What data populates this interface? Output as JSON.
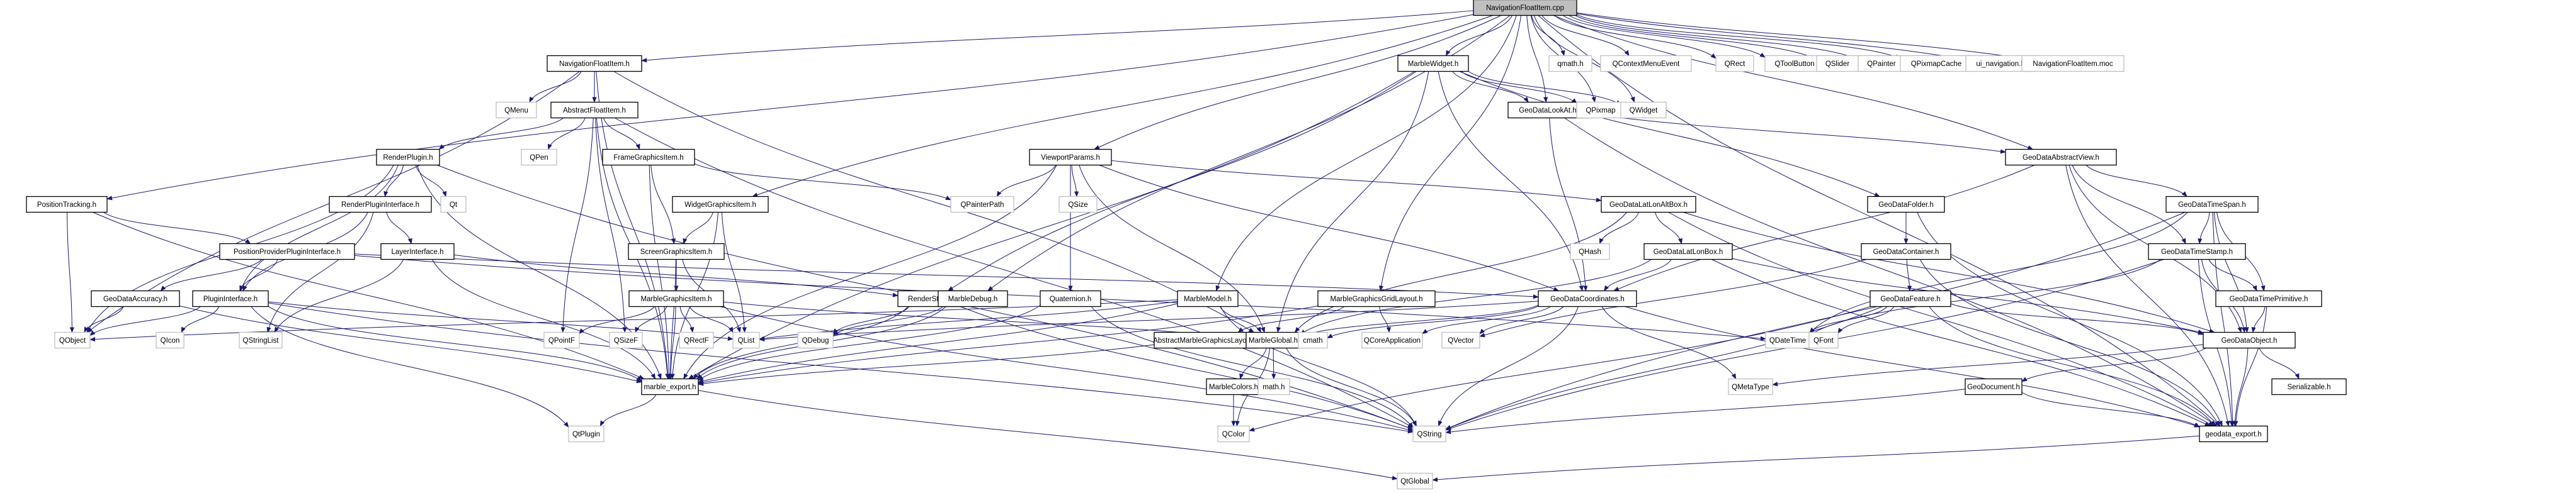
{
  "diagram": {
    "title": "NavigationFloatItem.cpp include dependency graph",
    "colors": {
      "edge": "#191970",
      "root_fill": "#bfbfbf",
      "node_border": "#000000",
      "external_border": "#bfbfbf"
    },
    "nodes": [
      {
        "id": "root",
        "label": "NavigationFloatItem.cpp",
        "kind": "root"
      },
      {
        "id": "nfi_h",
        "label": "NavigationFloatItem.h",
        "kind": "local"
      },
      {
        "id": "mw_h",
        "label": "MarbleWidget.h",
        "kind": "local"
      },
      {
        "id": "qmath_h",
        "label": "qmath.h",
        "kind": "external"
      },
      {
        "id": "qctxmenu",
        "label": "QContextMenuEvent",
        "kind": "external"
      },
      {
        "id": "qrect",
        "label": "QRect",
        "kind": "external"
      },
      {
        "id": "qtoolbutton",
        "label": "QToolButton",
        "kind": "external"
      },
      {
        "id": "qslider",
        "label": "QSlider",
        "kind": "external"
      },
      {
        "id": "qpainter",
        "label": "QPainter",
        "kind": "external"
      },
      {
        "id": "qpixmapcache",
        "label": "QPixmapCache",
        "kind": "external"
      },
      {
        "id": "ui_nav",
        "label": "ui_navigation.h",
        "kind": "external"
      },
      {
        "id": "nfi_moc",
        "label": "NavigationFloatItem.moc",
        "kind": "external"
      },
      {
        "id": "qmenu",
        "label": "QMenu",
        "kind": "external"
      },
      {
        "id": "afi_h",
        "label": "AbstractFloatItem.h",
        "kind": "local"
      },
      {
        "id": "gdlookat",
        "label": "GeoDataLookAt.h",
        "kind": "local"
      },
      {
        "id": "qpixmap",
        "label": "QPixmap",
        "kind": "external"
      },
      {
        "id": "qwidget",
        "label": "QWidget",
        "kind": "external"
      },
      {
        "id": "renderplugin",
        "label": "RenderPlugin.h",
        "kind": "local"
      },
      {
        "id": "qpen",
        "label": "QPen",
        "kind": "external"
      },
      {
        "id": "framegi",
        "label": "FrameGraphicsItem.h",
        "kind": "local"
      },
      {
        "id": "viewport",
        "label": "ViewportParams.h",
        "kind": "local"
      },
      {
        "id": "gdabstractview",
        "label": "GeoDataAbstractView.h",
        "kind": "local"
      },
      {
        "id": "postrack",
        "label": "PositionTracking.h",
        "kind": "local"
      },
      {
        "id": "rpi",
        "label": "RenderPluginInterface.h",
        "kind": "local"
      },
      {
        "id": "qt",
        "label": "Qt",
        "kind": "external"
      },
      {
        "id": "widgetgi",
        "label": "WidgetGraphicsItem.h",
        "kind": "local"
      },
      {
        "id": "qpainterpath",
        "label": "QPainterPath",
        "kind": "external"
      },
      {
        "id": "qsize",
        "label": "QSize",
        "kind": "external"
      },
      {
        "id": "gdlatlonalt",
        "label": "GeoDataLatLonAltBox.h",
        "kind": "local"
      },
      {
        "id": "gdfolder",
        "label": "GeoDataFolder.h",
        "kind": "local"
      },
      {
        "id": "gdtimespan",
        "label": "GeoDataTimeSpan.h",
        "kind": "local"
      },
      {
        "id": "pppi",
        "label": "PositionProviderPluginInterface.h",
        "kind": "local"
      },
      {
        "id": "layeri",
        "label": "LayerInterface.h",
        "kind": "local"
      },
      {
        "id": "screengi",
        "label": "ScreenGraphicsItem.h",
        "kind": "local"
      },
      {
        "id": "qhash",
        "label": "QHash",
        "kind": "external"
      },
      {
        "id": "gdlatlon",
        "label": "GeoDataLatLonBox.h",
        "kind": "local"
      },
      {
        "id": "gdcontainer",
        "label": "GeoDataContainer.h",
        "kind": "local"
      },
      {
        "id": "gdtimestamp",
        "label": "GeoDataTimeStamp.h",
        "kind": "local"
      },
      {
        "id": "gdaccuracy",
        "label": "GeoDataAccuracy.h",
        "kind": "local"
      },
      {
        "id": "plugini",
        "label": "PluginInterface.h",
        "kind": "local"
      },
      {
        "id": "marblegi",
        "label": "MarbleGraphicsItem.h",
        "kind": "local"
      },
      {
        "id": "renderstate",
        "label": "RenderState.h",
        "kind": "local"
      },
      {
        "id": "marbledebug",
        "label": "MarbleDebug.h",
        "kind": "local"
      },
      {
        "id": "quaternion",
        "label": "Quaternion.h",
        "kind": "local"
      },
      {
        "id": "marblemodel",
        "label": "MarbleModel.h",
        "kind": "local"
      },
      {
        "id": "mggl",
        "label": "MarbleGraphicsGridLayout.h",
        "kind": "local"
      },
      {
        "id": "gdcoords",
        "label": "GeoDataCoordinates.h",
        "kind": "local"
      },
      {
        "id": "gdfeature",
        "label": "GeoDataFeature.h",
        "kind": "local"
      },
      {
        "id": "gdtimeprim",
        "label": "GeoDataTimePrimitive.h",
        "kind": "local"
      },
      {
        "id": "qobject",
        "label": "QObject",
        "kind": "external"
      },
      {
        "id": "qicon",
        "label": "QIcon",
        "kind": "external"
      },
      {
        "id": "qstringlist",
        "label": "QStringList",
        "kind": "external"
      },
      {
        "id": "qpointf",
        "label": "QPointF",
        "kind": "external"
      },
      {
        "id": "qsizef",
        "label": "QSizeF",
        "kind": "external"
      },
      {
        "id": "qrectf",
        "label": "QRectF",
        "kind": "external"
      },
      {
        "id": "qlist",
        "label": "QList",
        "kind": "external"
      },
      {
        "id": "qdebug",
        "label": "QDebug",
        "kind": "external"
      },
      {
        "id": "amgl",
        "label": "AbstractMarbleGraphicsLayout.h",
        "kind": "local"
      },
      {
        "id": "marbleglobal",
        "label": "MarbleGlobal.h",
        "kind": "local"
      },
      {
        "id": "cmath",
        "label": "cmath",
        "kind": "external"
      },
      {
        "id": "qcoreapp",
        "label": "QCoreApplication",
        "kind": "external"
      },
      {
        "id": "qvector",
        "label": "QVector",
        "kind": "external"
      },
      {
        "id": "qdatetime",
        "label": "QDateTime",
        "kind": "external"
      },
      {
        "id": "qfont",
        "label": "QFont",
        "kind": "external"
      },
      {
        "id": "gdobject",
        "label": "GeoDataObject.h",
        "kind": "local"
      },
      {
        "id": "marble_export",
        "label": "marble_export.h",
        "kind": "local"
      },
      {
        "id": "marblecolors",
        "label": "MarbleColors.h",
        "kind": "local"
      },
      {
        "id": "math_h",
        "label": "math.h",
        "kind": "external"
      },
      {
        "id": "qmetatype",
        "label": "QMetaType",
        "kind": "external"
      },
      {
        "id": "gddocument",
        "label": "GeoDocument.h",
        "kind": "local"
      },
      {
        "id": "serializable",
        "label": "Serializable.h",
        "kind": "local"
      },
      {
        "id": "qtplugin",
        "label": "QtPlugin",
        "kind": "external"
      },
      {
        "id": "qcolor",
        "label": "QColor",
        "kind": "external"
      },
      {
        "id": "qstring",
        "label": "QString",
        "kind": "external"
      },
      {
        "id": "geodata_export",
        "label": "geodata_export.h",
        "kind": "local"
      },
      {
        "id": "qtglobal",
        "label": "QtGlobal",
        "kind": "external"
      }
    ],
    "edges": [
      [
        "root",
        "nfi_h"
      ],
      [
        "root",
        "mw_h"
      ],
      [
        "root",
        "qmath_h"
      ],
      [
        "root",
        "qctxmenu"
      ],
      [
        "root",
        "qrect"
      ],
      [
        "root",
        "qtoolbutton"
      ],
      [
        "root",
        "qslider"
      ],
      [
        "root",
        "qpainter"
      ],
      [
        "root",
        "qpixmapcache"
      ],
      [
        "root",
        "ui_nav"
      ],
      [
        "root",
        "nfi_moc"
      ],
      [
        "root",
        "gdlookat"
      ],
      [
        "root",
        "qpixmap"
      ],
      [
        "root",
        "qwidget"
      ],
      [
        "root",
        "postrack"
      ],
      [
        "root",
        "widgetgi"
      ],
      [
        "root",
        "viewport"
      ],
      [
        "root",
        "marblemodel"
      ],
      [
        "root",
        "mggl"
      ],
      [
        "root",
        "marbledebug"
      ],
      [
        "root",
        "gdabstractview"
      ],
      [
        "root",
        "geodata_export"
      ],
      [
        "nfi_h",
        "qmenu"
      ],
      [
        "nfi_h",
        "afi_h"
      ],
      [
        "nfi_h",
        "marble_export"
      ],
      [
        "nfi_h",
        "qobject"
      ],
      [
        "nfi_h",
        "marbleglobal"
      ],
      [
        "mw_h",
        "qpixmap"
      ],
      [
        "mw_h",
        "qwidget"
      ],
      [
        "mw_h",
        "gdlookat"
      ],
      [
        "mw_h",
        "marble_export"
      ],
      [
        "mw_h",
        "marbleglobal"
      ],
      [
        "mw_h",
        "renderstate"
      ],
      [
        "mw_h",
        "gdcoords"
      ],
      [
        "mw_h",
        "gdfolder"
      ],
      [
        "gdlookat",
        "gdabstractview"
      ],
      [
        "gdlookat",
        "gdcoords"
      ],
      [
        "gdlookat",
        "geodata_export"
      ],
      [
        "afi_h",
        "renderplugin"
      ],
      [
        "afi_h",
        "qpen"
      ],
      [
        "afi_h",
        "framegi"
      ],
      [
        "afi_h",
        "qpointf"
      ],
      [
        "afi_h",
        "qsizef"
      ],
      [
        "afi_h",
        "marble_export"
      ],
      [
        "afi_h",
        "qstring"
      ],
      [
        "renderplugin",
        "rpi"
      ],
      [
        "renderplugin",
        "qt"
      ],
      [
        "renderplugin",
        "plugini"
      ],
      [
        "renderplugin",
        "qobject"
      ],
      [
        "renderplugin",
        "marble_export"
      ],
      [
        "renderplugin",
        "qstring"
      ],
      [
        "rpi",
        "layeri"
      ],
      [
        "rpi",
        "plugini"
      ],
      [
        "rpi",
        "qstringlist"
      ],
      [
        "layeri",
        "qstringlist"
      ],
      [
        "layeri",
        "marble_export"
      ],
      [
        "layeri",
        "renderstate"
      ],
      [
        "framegi",
        "screengi"
      ],
      [
        "framegi",
        "qpainterpath"
      ],
      [
        "framegi",
        "marble_export"
      ],
      [
        "widgetgi",
        "screengi"
      ],
      [
        "widgetgi",
        "marble_export"
      ],
      [
        "widgetgi",
        "qlist"
      ],
      [
        "screengi",
        "marblegi"
      ],
      [
        "screengi",
        "marble_export"
      ],
      [
        "screengi",
        "qlist"
      ],
      [
        "marblegi",
        "qpointf"
      ],
      [
        "marblegi",
        "qsizef"
      ],
      [
        "marblegi",
        "qrectf"
      ],
      [
        "marblegi",
        "qlist"
      ],
      [
        "marblegi",
        "marble_export"
      ],
      [
        "marblegi",
        "marbleglobal"
      ],
      [
        "marblegi",
        "qstring"
      ],
      [
        "viewport",
        "qpainterpath"
      ],
      [
        "viewport",
        "qsize"
      ],
      [
        "viewport",
        "quaternion"
      ],
      [
        "viewport",
        "marble_export"
      ],
      [
        "viewport",
        "marbleglobal"
      ],
      [
        "viewport",
        "gdlatlonalt"
      ],
      [
        "viewport",
        "gdcoords"
      ],
      [
        "postrack",
        "pppi"
      ],
      [
        "postrack",
        "qobject"
      ],
      [
        "postrack",
        "marble_export"
      ],
      [
        "pppi",
        "gdaccuracy"
      ],
      [
        "pppi",
        "plugini"
      ],
      [
        "pppi",
        "gdcoords"
      ],
      [
        "pppi",
        "qdatetime"
      ],
      [
        "gdaccuracy",
        "qobject"
      ],
      [
        "gdaccuracy",
        "marble_export"
      ],
      [
        "plugini",
        "qobject"
      ],
      [
        "plugini",
        "qicon"
      ],
      [
        "plugini",
        "qlist"
      ],
      [
        "plugini",
        "qtplugin"
      ],
      [
        "plugini",
        "marble_export"
      ],
      [
        "plugini",
        "qstring"
      ],
      [
        "renderstate",
        "qdebug"
      ],
      [
        "renderstate",
        "marble_export"
      ],
      [
        "renderstate",
        "qstring"
      ],
      [
        "marbledebug",
        "qdebug"
      ],
      [
        "marbledebug",
        "marble_export"
      ],
      [
        "quaternion",
        "marble_export"
      ],
      [
        "quaternion",
        "qstring"
      ],
      [
        "marblemodel",
        "qobject"
      ],
      [
        "marblemodel",
        "marble_export"
      ],
      [
        "marblemodel",
        "marbleglobal"
      ],
      [
        "marblemodel",
        "qlist"
      ],
      [
        "marblemodel",
        "qstring"
      ],
      [
        "mggl",
        "amgl"
      ],
      [
        "mggl",
        "marble_export"
      ],
      [
        "mggl",
        "qcoreapp"
      ],
      [
        "amgl",
        "marble_export"
      ],
      [
        "marbleglobal",
        "marblecolors"
      ],
      [
        "marbleglobal",
        "math_h"
      ],
      [
        "marbleglobal",
        "qstring"
      ],
      [
        "marbleglobal",
        "qcolor"
      ],
      [
        "marblecolors",
        "qcolor"
      ],
      [
        "marble_export",
        "qtplugin"
      ],
      [
        "marble_export",
        "qtglobal"
      ],
      [
        "gdabstractview",
        "gdtimespan"
      ],
      [
        "gdabstractview",
        "gdtimestamp"
      ],
      [
        "gdabstractview",
        "gdobject"
      ],
      [
        "gdabstractview",
        "gdcoords"
      ],
      [
        "gdabstractview",
        "geodata_export"
      ],
      [
        "gdtimespan",
        "gdtimestamp"
      ],
      [
        "gdtimespan",
        "gdtimeprim"
      ],
      [
        "gdtimespan",
        "gdobject"
      ],
      [
        "gdtimespan",
        "qdatetime"
      ],
      [
        "gdtimespan",
        "qstring"
      ],
      [
        "gdtimespan",
        "geodata_export"
      ],
      [
        "gdtimestamp",
        "gdtimeprim"
      ],
      [
        "gdtimestamp",
        "gdobject"
      ],
      [
        "gdtimestamp",
        "qdatetime"
      ],
      [
        "gdtimestamp",
        "qstring"
      ],
      [
        "gdtimestamp",
        "geodata_export"
      ],
      [
        "gdtimeprim",
        "gdobject"
      ],
      [
        "gdtimeprim",
        "geodata_export"
      ],
      [
        "gdlatlonalt",
        "qhash"
      ],
      [
        "gdlatlonalt",
        "gdlatlon"
      ],
      [
        "gdlatlonalt",
        "marbleglobal"
      ],
      [
        "gdlatlonalt",
        "gdobject"
      ],
      [
        "gdlatlonalt",
        "geodata_export"
      ],
      [
        "gdlatlon",
        "gdcoords"
      ],
      [
        "gdlatlon",
        "marbleglobal"
      ],
      [
        "gdlatlon",
        "gdobject"
      ],
      [
        "gdlatlon",
        "geodata_export"
      ],
      [
        "gdfolder",
        "gdcontainer"
      ],
      [
        "gdfolder",
        "geodata_export"
      ],
      [
        "gdcontainer",
        "gdfeature"
      ],
      [
        "gdcontainer",
        "qvector"
      ],
      [
        "gdcontainer",
        "geodata_export"
      ],
      [
        "gdfeature",
        "qfont"
      ],
      [
        "gdfeature",
        "qcolor"
      ],
      [
        "gdfeature",
        "gdobject"
      ],
      [
        "gdfeature",
        "qstring"
      ],
      [
        "gdfeature",
        "qdatetime"
      ],
      [
        "gdfeature",
        "geodata_export"
      ],
      [
        "gdcoords",
        "qcoreapp"
      ],
      [
        "gdcoords",
        "qvector"
      ],
      [
        "gdcoords",
        "qmetatype"
      ],
      [
        "gdcoords",
        "cmath"
      ],
      [
        "gdcoords",
        "marbleglobal"
      ],
      [
        "gdcoords",
        "qstring"
      ],
      [
        "gdcoords",
        "geodata_export"
      ],
      [
        "gdcoords",
        "qlist"
      ],
      [
        "gdobject",
        "gddocument"
      ],
      [
        "gdobject",
        "serializable"
      ],
      [
        "gdobject",
        "qmetatype"
      ],
      [
        "gdobject",
        "geodata_export"
      ],
      [
        "gddocument",
        "qstring"
      ],
      [
        "gddocument",
        "geodata_export"
      ],
      [
        "geodata_export",
        "qtglobal"
      ]
    ]
  }
}
